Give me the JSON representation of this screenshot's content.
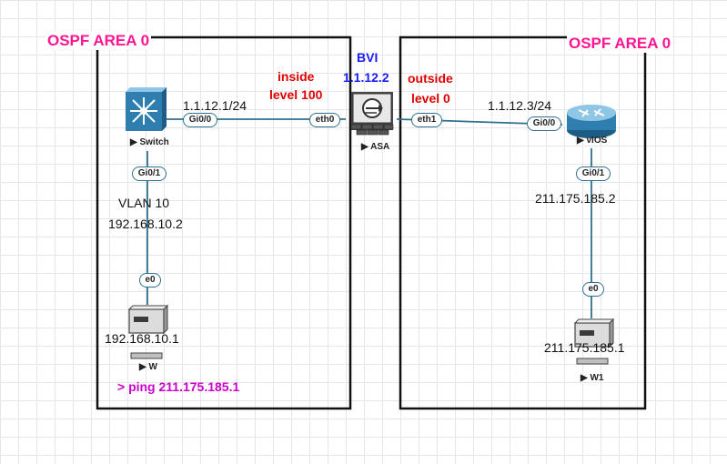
{
  "areas": {
    "left": {
      "title": "OSPF AREA 0"
    },
    "right": {
      "title": "OSPF AREA 0"
    }
  },
  "nodes": {
    "switch": {
      "label": "Switch"
    },
    "asa": {
      "label": "ASA"
    },
    "vios": {
      "label": "vIOS"
    },
    "w": {
      "label": "W"
    },
    "w1": {
      "label": "W1"
    }
  },
  "ports": {
    "switch_gi00": "Gi0/0",
    "switch_gi01": "Gi0/1",
    "asa_eth0": "eth0",
    "asa_eth1": "eth1",
    "vios_gi00": "Gi0/0",
    "vios_gi01": "Gi0/1",
    "w_e0": "e0",
    "w1_e0": "e0"
  },
  "labels": {
    "switch_ip": "1.1.12.1/24",
    "inside_line1": "inside",
    "inside_line2": "level 100",
    "bvi_line1": "BVI",
    "bvi_line2": "1.1.12.2",
    "outside_line1": "outside",
    "outside_line2": "level 0",
    "vios_ip": "1.1.12.3/24",
    "vlan": "VLAN 10",
    "vlan_ip": "192.168.10.2",
    "w_ip": "192.168.10.1",
    "vios_gi01_ip": "211.175.185.2",
    "w1_ip": "211.175.185.1",
    "ping_cmd": "> ping 211.175.185.1"
  },
  "colors": {
    "area_title": "#ff1493",
    "interface_label": "#e00000",
    "bvi_label": "#1a1aff",
    "command": "#cc00cc",
    "link": "#2f6f8f",
    "device_blue": "#2e7fb0"
  },
  "icons": [
    "layer3-switch-icon",
    "asa-firewall-icon",
    "router-icon",
    "host-icon",
    "play-arrow-icon"
  ]
}
